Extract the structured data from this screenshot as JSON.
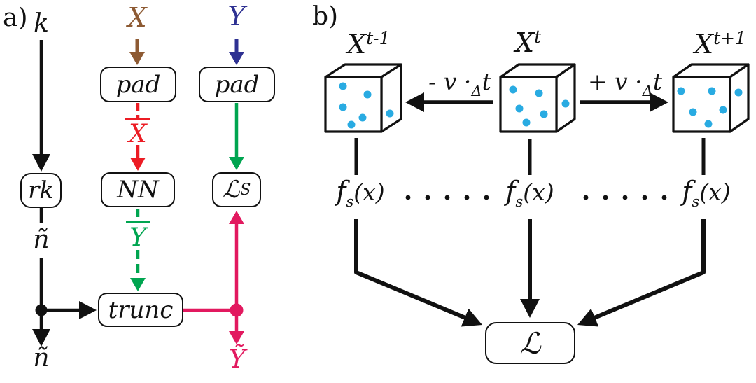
{
  "figure": {
    "panel_a": {
      "tag": "a)",
      "inputs": {
        "k": "k",
        "X": "X",
        "Y": "Y"
      },
      "nodes": {
        "pad_x": "pad",
        "pad_y": "pad",
        "rk": "rk",
        "nn": "NN",
        "loss_s_main": "ℒ",
        "loss_s_sub": "S",
        "trunc": "trunc"
      },
      "intermediate": {
        "x_bar": "X",
        "y_bar": "Y",
        "n_tilde_mid": "ñ",
        "n_tilde_out": "ñ",
        "y_tilde": "Ỹ"
      }
    },
    "panel_b": {
      "tag": "b)",
      "cubes": [
        {
          "base": "X",
          "sup": "t-1"
        },
        {
          "base": "X",
          "sup": "t"
        },
        {
          "base": "X",
          "sup": "t+1"
        }
      ],
      "shift_left": {
        "prefix": "- v ·",
        "sub": "Δ",
        "suffix": "t"
      },
      "shift_right": {
        "prefix": "+ v ·",
        "sub": "Δ",
        "suffix": "t"
      },
      "f_left": {
        "main": "f",
        "sub": "s",
        "rest": "(x)"
      },
      "f_mid": {
        "main": "f",
        "sub": "s",
        "rest": "(x)"
      },
      "f_right": {
        "main": "f",
        "sub": "s",
        "rest": "(x)"
      },
      "loss": "ℒ"
    },
    "colors": {
      "black": "#111111",
      "brown": "#8d5a33",
      "blue": "#2e3192",
      "red": "#ec1c24",
      "green": "#00a550",
      "magenta": "#e2195f",
      "cyan": "#29abe2"
    }
  }
}
